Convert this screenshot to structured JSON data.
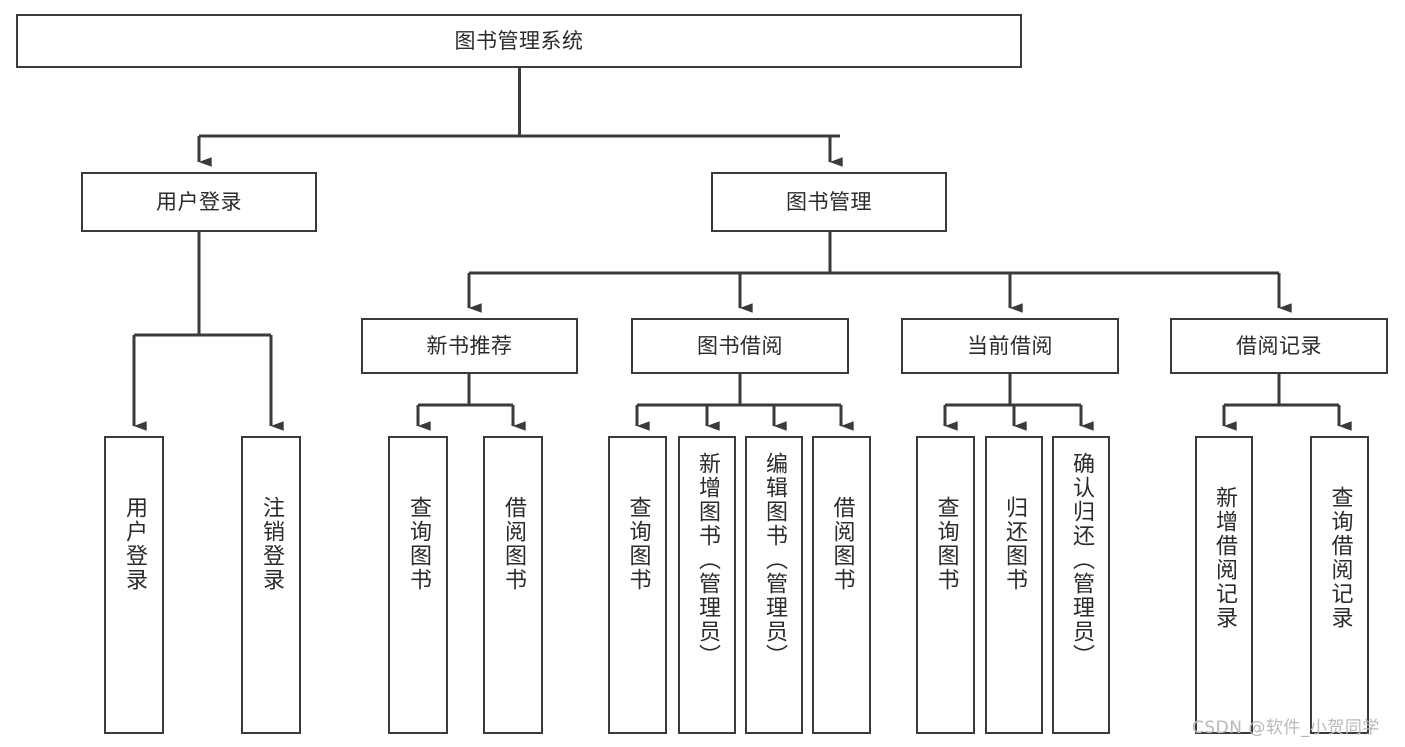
{
  "diagram": {
    "title": "图书管理系统",
    "type": "tree",
    "watermark": "CSDN @软件_小贺同学",
    "colors": {
      "box_stroke": "#3a3a3a",
      "line": "#3a3a3a",
      "text": "#2b2b2b",
      "background": "#ffffff",
      "watermark": "#b9b9b9"
    },
    "root": {
      "label": "图书管理系统"
    },
    "level2": [
      {
        "label": "用户登录"
      },
      {
        "label": "图书管理"
      }
    ],
    "level3": [
      {
        "label": "新书推荐"
      },
      {
        "label": "图书借阅"
      },
      {
        "label": "当前借阅"
      },
      {
        "label": "借阅记录"
      }
    ],
    "leaves": {
      "user_login": [
        {
          "label": "用户登录"
        },
        {
          "label": "注销登录"
        }
      ],
      "new_book": [
        {
          "label": "查询图书"
        },
        {
          "label": "借阅图书"
        }
      ],
      "book_borrow": [
        {
          "label": "查询图书"
        },
        {
          "label": "新增图书（管理员）"
        },
        {
          "label": "编辑图书（管理员）"
        },
        {
          "label": "借阅图书"
        }
      ],
      "current_borrow": [
        {
          "label": "查询图书"
        },
        {
          "label": "归还图书"
        },
        {
          "label": "确认归还（管理员）"
        }
      ],
      "borrow_record": [
        {
          "label": "新增借阅记录"
        },
        {
          "label": "查询借阅记录"
        }
      ]
    }
  }
}
